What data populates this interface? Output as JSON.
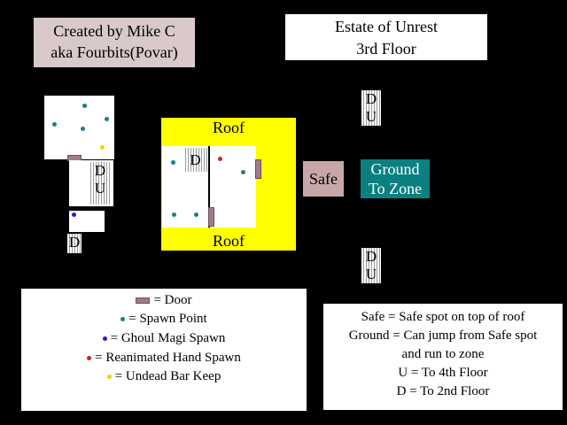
{
  "credit": {
    "line1": "Created by Mike C",
    "line2": "aka Fourbits(Povar)"
  },
  "title": {
    "line1": "Estate of Unrest",
    "line2": "3rd Floor"
  },
  "map": {
    "roof_top": "Roof",
    "roof_bottom": "Roof",
    "safe": "Safe",
    "ground_line1": "Ground",
    "ground_line2": "To Zone",
    "stair_down": "D",
    "stair_up": "U",
    "stair_d": "D"
  },
  "legend": {
    "door": "= Door",
    "spawn": "= Spawn Point",
    "ghoul": "= Ghoul Magi Spawn",
    "hand": "= Reanimated Hand Spawn",
    "barkeep": "= Undead Bar Keep"
  },
  "notes": {
    "safe": "Safe = Safe spot on top of roof",
    "ground1": "Ground = Can jump from Safe spot",
    "ground2": "and run to zone",
    "up": "U = To 4th Floor",
    "down": "D = To 2nd Floor"
  },
  "colors": {
    "background": "#000000",
    "roof": "#ffff00",
    "safe": "#c8a7aa",
    "ground": "#0c7f80",
    "door": "#a07c84",
    "spawn": "#1a8080",
    "ghoul": "#2020d0",
    "hand": "#d02020",
    "barkeep": "#e8d800"
  }
}
